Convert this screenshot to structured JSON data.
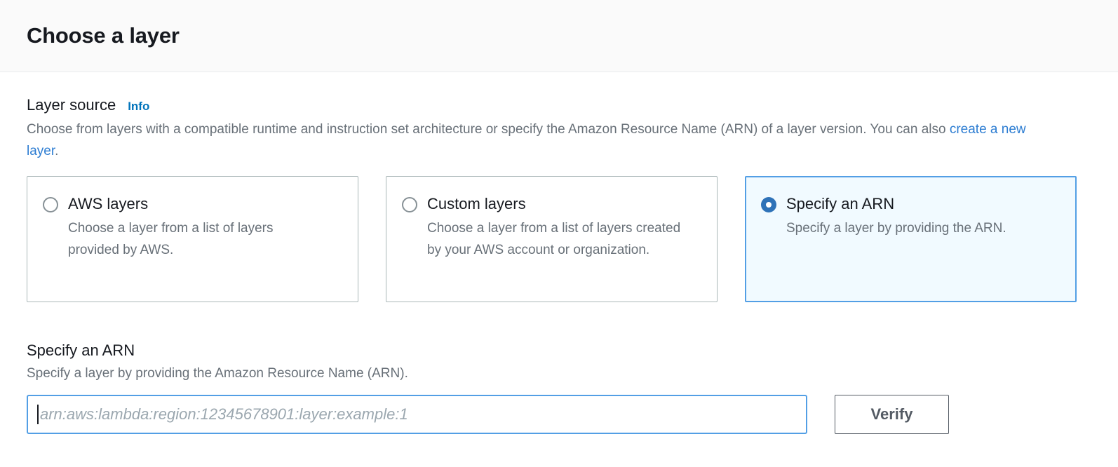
{
  "header": {
    "title": "Choose a layer"
  },
  "layer_source": {
    "label": "Layer source",
    "info_label": "Info",
    "description_before": "Choose from layers with a compatible runtime and instruction set architecture or specify the Amazon Resource Name (ARN) of a layer version. You can also ",
    "description_link": "create a new layer",
    "description_after": ".",
    "options": [
      {
        "title": "AWS layers",
        "description": "Choose a layer from a list of layers provided by AWS.",
        "selected": false
      },
      {
        "title": "Custom layers",
        "description": "Choose a layer from a list of layers created by your AWS account or organization.",
        "selected": false
      },
      {
        "title": "Specify an ARN",
        "description": "Specify a layer by providing the ARN.",
        "selected": true
      }
    ]
  },
  "arn_section": {
    "heading": "Specify an ARN",
    "description": "Specify a layer by providing the Amazon Resource Name (ARN).",
    "input_value": "",
    "input_placeholder": "arn:aws:lambda:region:12345678901:layer:example:1",
    "verify_label": "Verify"
  },
  "colors": {
    "accent_blue": "#0073bb",
    "link_blue": "#2d7dd2",
    "selected_border": "#539fe5",
    "selected_fill": "#f1faff",
    "radio_selected": "#2e72b8",
    "text_dark": "#16191f",
    "text_muted": "#687078",
    "card_border": "#aab7b8",
    "button_border": "#545b64",
    "header_bg": "#fafafa"
  }
}
